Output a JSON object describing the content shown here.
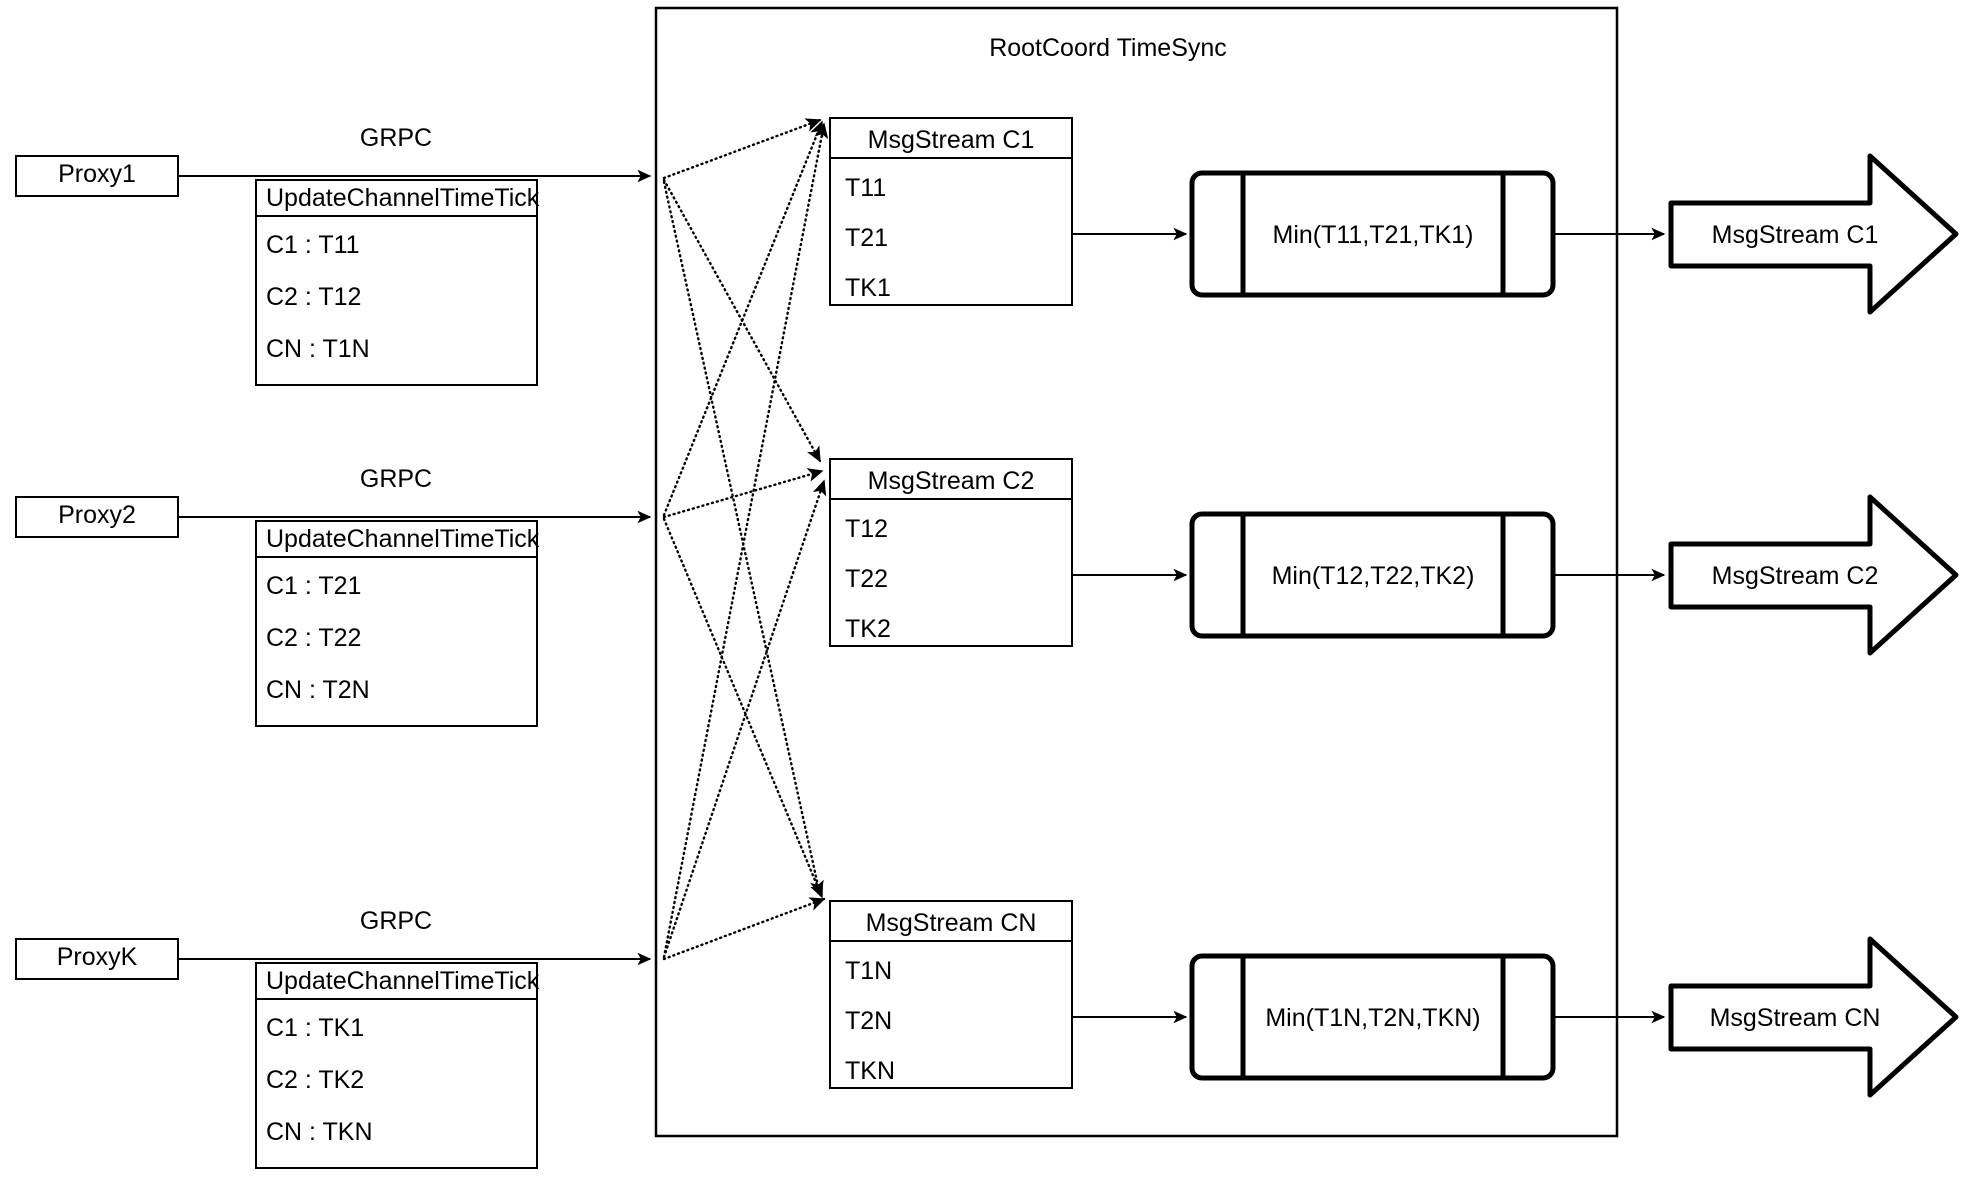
{
  "container": {
    "title": "RootCoord TimeSync"
  },
  "proxies": [
    {
      "name": "Proxy1",
      "link_label": "GRPC",
      "rpc_title": "UpdateChannelTimeTick",
      "rows": [
        "C1 :  T11",
        "C2 :  T12",
        "CN : T1N"
      ]
    },
    {
      "name": "Proxy2",
      "link_label": "GRPC",
      "rpc_title": "UpdateChannelTimeTick",
      "rows": [
        "C1 :  T21",
        "C2 :  T22",
        "CN : T2N"
      ]
    },
    {
      "name": "ProxyK",
      "link_label": "GRPC",
      "rpc_title": "UpdateChannelTimeTick",
      "rows": [
        "C1 :  TK1",
        "C2 :  TK2",
        "CN : TKN"
      ]
    }
  ],
  "channels": [
    {
      "stream_title": "MsgStream C1",
      "stream_rows": [
        "T11",
        "T21",
        "TK1"
      ],
      "min_label": "Min(T11,T21,TK1)",
      "output_label": "MsgStream C1"
    },
    {
      "stream_title": "MsgStream C2",
      "stream_rows": [
        "T12",
        "T22",
        "TK2"
      ],
      "min_label": "Min(T12,T22,TK2)",
      "output_label": "MsgStream C2"
    },
    {
      "stream_title": "MsgStream CN",
      "stream_rows": [
        "T1N",
        "T2N",
        "TKN"
      ],
      "min_label": "Min(T1N,T2N,TKN)",
      "output_label": "MsgStream CN"
    }
  ],
  "colors": {
    "stroke": "#000000",
    "fill": "#ffffff"
  }
}
